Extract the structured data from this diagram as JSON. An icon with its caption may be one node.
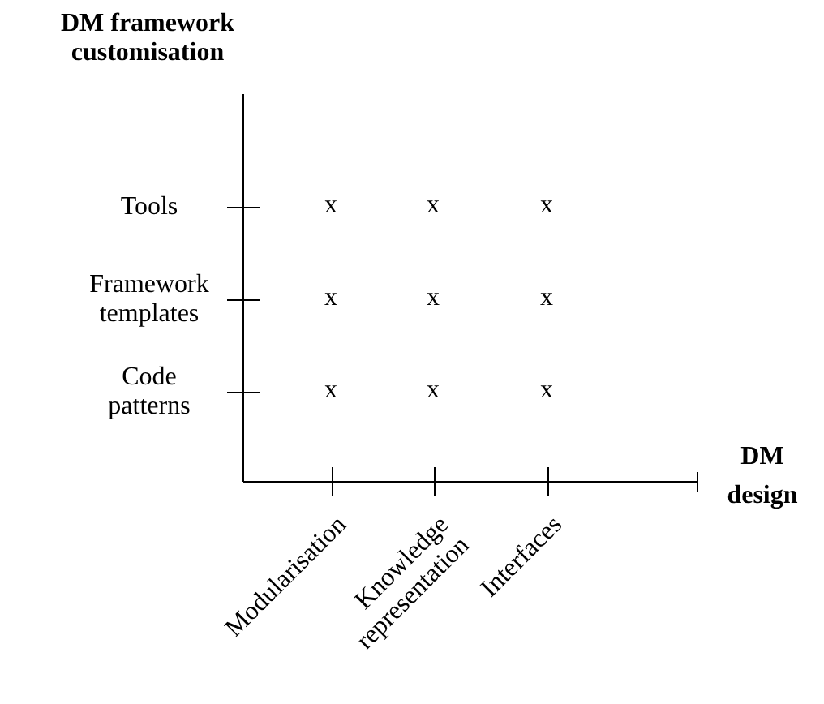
{
  "diagram": {
    "labels": [
      "DM framework customisation",
      "Tools",
      "x",
      "x",
      "x",
      "Framework templates",
      "x",
      "x",
      "x",
      "Code patterns",
      "x",
      "x",
      "x",
      "DM design",
      "Modularisation",
      "Knowledge representation",
      "Interfaces"
    ]
  }
}
